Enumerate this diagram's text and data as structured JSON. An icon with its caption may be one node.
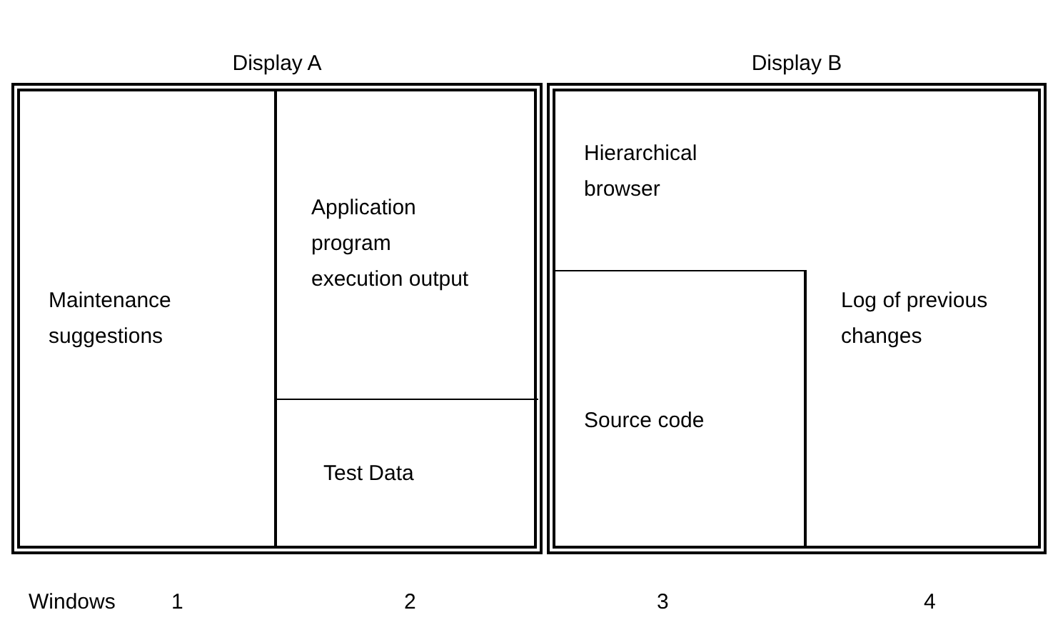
{
  "diagram": {
    "nodes": [
      {
        "text": [
          "Display A"
        ]
      },
      {
        "text": [
          "Maintenance suggestions"
        ],
        "in": 0
      },
      {
        "text": [
          "Application program execution output"
        ],
        "in": 0
      },
      {
        "text": [
          "Test Data"
        ],
        "in": 0
      },
      {
        "text": [
          "Display B"
        ]
      },
      {
        "text": [
          "Hierarchical browser"
        ],
        "in": 4
      },
      {
        "text": [
          "Source code"
        ],
        "in": 4
      },
      {
        "text": [
          "Log of previous changes"
        ],
        "in": 4
      }
    ],
    "labels": [
      "Windows",
      "1",
      "2",
      "3",
      "4"
    ]
  }
}
